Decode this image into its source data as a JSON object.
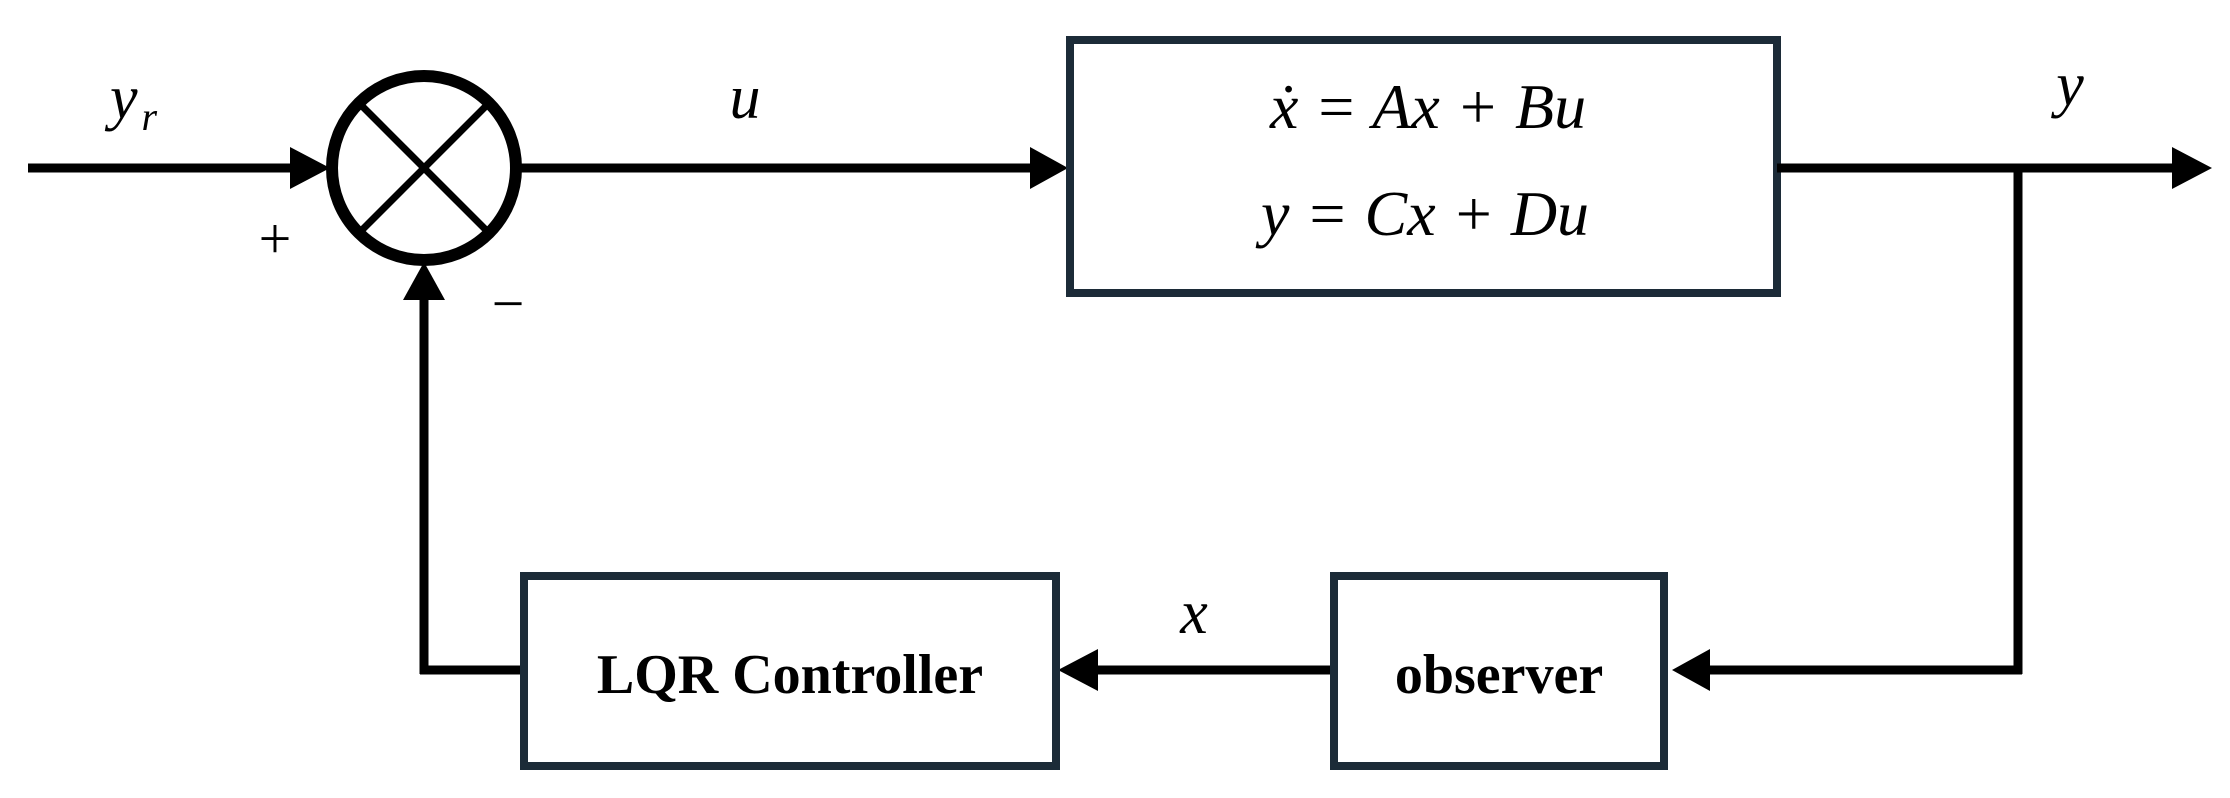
{
  "labels": {
    "reference_input": "y",
    "reference_subscript": "r",
    "control_signal": "u",
    "output": "y",
    "state": "x",
    "plus_sign": "+",
    "minus_sign": "−"
  },
  "plant": {
    "state_equation": "ẋ = Ax + Bu",
    "output_equation": "y = Cx + Du"
  },
  "controller": {
    "label": "LQR Controller"
  },
  "observer": {
    "label": "observer"
  },
  "colors": {
    "box_border": "#1c2b38",
    "line": "#000000",
    "text": "#000000"
  }
}
